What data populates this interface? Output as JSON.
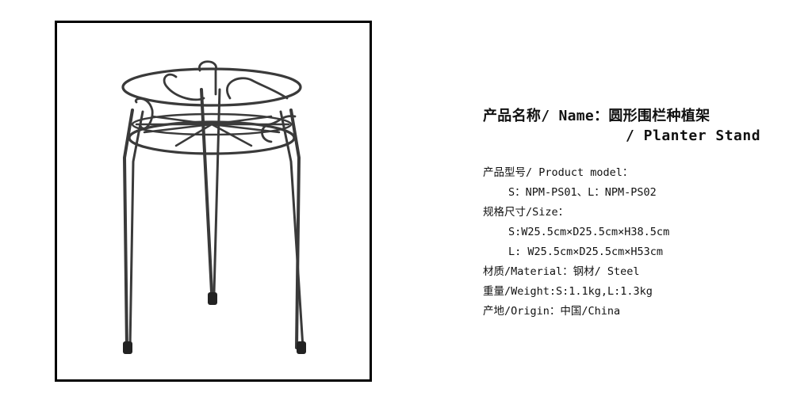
{
  "product_image": {
    "alt": "Round wire planter stand with scroll decorations and three legs",
    "frame_color": "#000000",
    "metal_color": "#3a3a3a"
  },
  "info": {
    "title_line1": "产品名称/ Name：圆形围栏种植架",
    "title_line2": "/ Planter Stand",
    "specs": [
      {
        "text": "产品型号/ Product model：",
        "indent": false
      },
      {
        "text": "S：NPM-PS01、L：NPM-PS02",
        "indent": true
      },
      {
        "text": "规格尺寸/Size：",
        "indent": false
      },
      {
        "text": "S:W25.5cm×D25.5cm×H38.5cm",
        "indent": true
      },
      {
        "text": "L: W25.5cm×D25.5cm×H53cm",
        "indent": true
      },
      {
        "text": "材质/Material：钢材/ Steel",
        "indent": false
      },
      {
        "text": "重量/Weight:S:1.1kg,L:1.3kg",
        "indent": false
      },
      {
        "text": "产地/Origin：中国/China",
        "indent": false
      }
    ]
  }
}
